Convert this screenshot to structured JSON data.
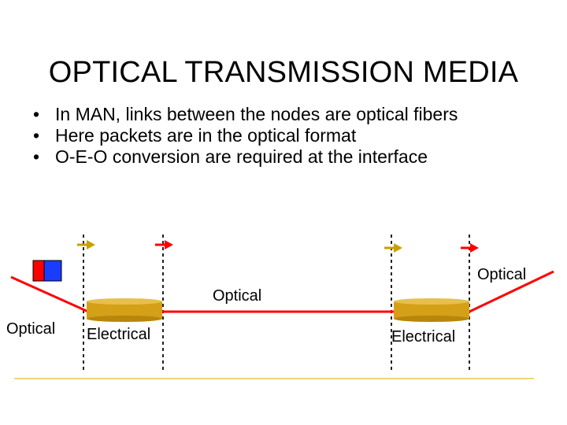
{
  "slide": {
    "title": "OPTICAL TRANSMISSION MEDIA",
    "bullets": [
      "In MAN, links between the nodes are optical fibers",
      "Here packets are  in the optical format",
      "O-E-O conversion are required at the interface"
    ],
    "bullet_glyph": "•"
  },
  "diagram": {
    "labels": {
      "optical_left": "Optical",
      "electrical_left": "Electrical",
      "optical_center": "Optical",
      "electrical_right": "Electrical",
      "optical_right": "Optical"
    },
    "colors": {
      "fiber": "#ff0000",
      "node": "#d4a017",
      "arrow_in": "#c8a000",
      "arrow_out": "#ff0000",
      "packet_red": "#ff0000",
      "packet_blue": "#1a3cff",
      "baseline": "#e8c84a"
    }
  }
}
